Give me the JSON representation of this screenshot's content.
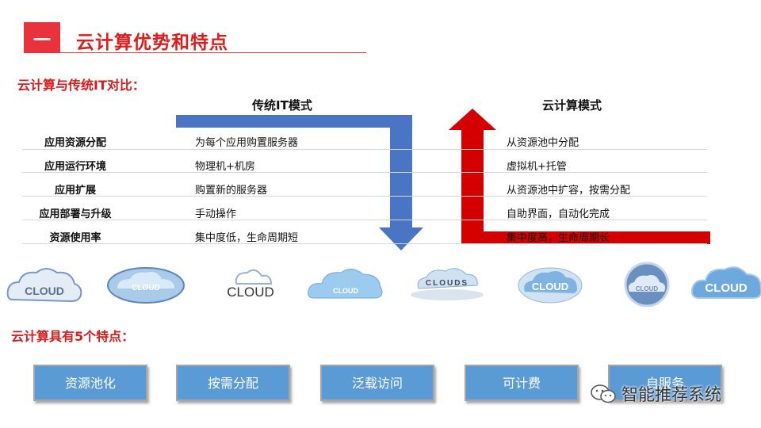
{
  "header": {
    "number": "一",
    "title": "云计算优势和特点"
  },
  "comparison": {
    "subtitle": "云计算与传统IT对比：",
    "col_traditional": "传统IT模式",
    "col_cloud": "云计算模式",
    "rows": [
      {
        "aspect": "应用资源分配",
        "traditional": "为每个应用购置服务器",
        "cloud": "从资源池中分配"
      },
      {
        "aspect": "应用运行环境",
        "traditional": "物理机+机房",
        "cloud": "虚拟机+托管"
      },
      {
        "aspect": "应用扩展",
        "traditional": "购置新的服务器",
        "cloud": "从资源池中扩容，按需分配"
      },
      {
        "aspect": "应用部署与升级",
        "traditional": "手动操作",
        "cloud": "自助界面，自动化完成"
      },
      {
        "aspect": "资源使用率",
        "traditional": "集中度低，生命周期短",
        "cloud": "集中度高，生命周期长"
      }
    ]
  },
  "clouds": {
    "labels": [
      "CLOUD",
      "CLOUD",
      "CLOUD",
      "CLOUD",
      "CLOUDS",
      "CLOUD",
      "CLOUD",
      "CLOUD"
    ],
    "icons": [
      "cloud-icon",
      "cloud-icon",
      "cloud-icon",
      "cloud-icon",
      "cloud-icon",
      "cloud-icon",
      "cloud-icon",
      "cloud-icon"
    ]
  },
  "features": {
    "subtitle": "云计算具有5个特点：",
    "items": [
      "资源池化",
      "按需分配",
      "泛载访问",
      "可计费",
      "自服务"
    ]
  },
  "watermark": {
    "text": "智能推荐系统",
    "icon": "wechat-icon"
  },
  "colors": {
    "accent_red": "#e8323c",
    "title_red": "#e01b1b",
    "arrow_blue": "#4a74c4",
    "arrow_red": "#d40000",
    "feature_blue": "#5b9bd5"
  }
}
